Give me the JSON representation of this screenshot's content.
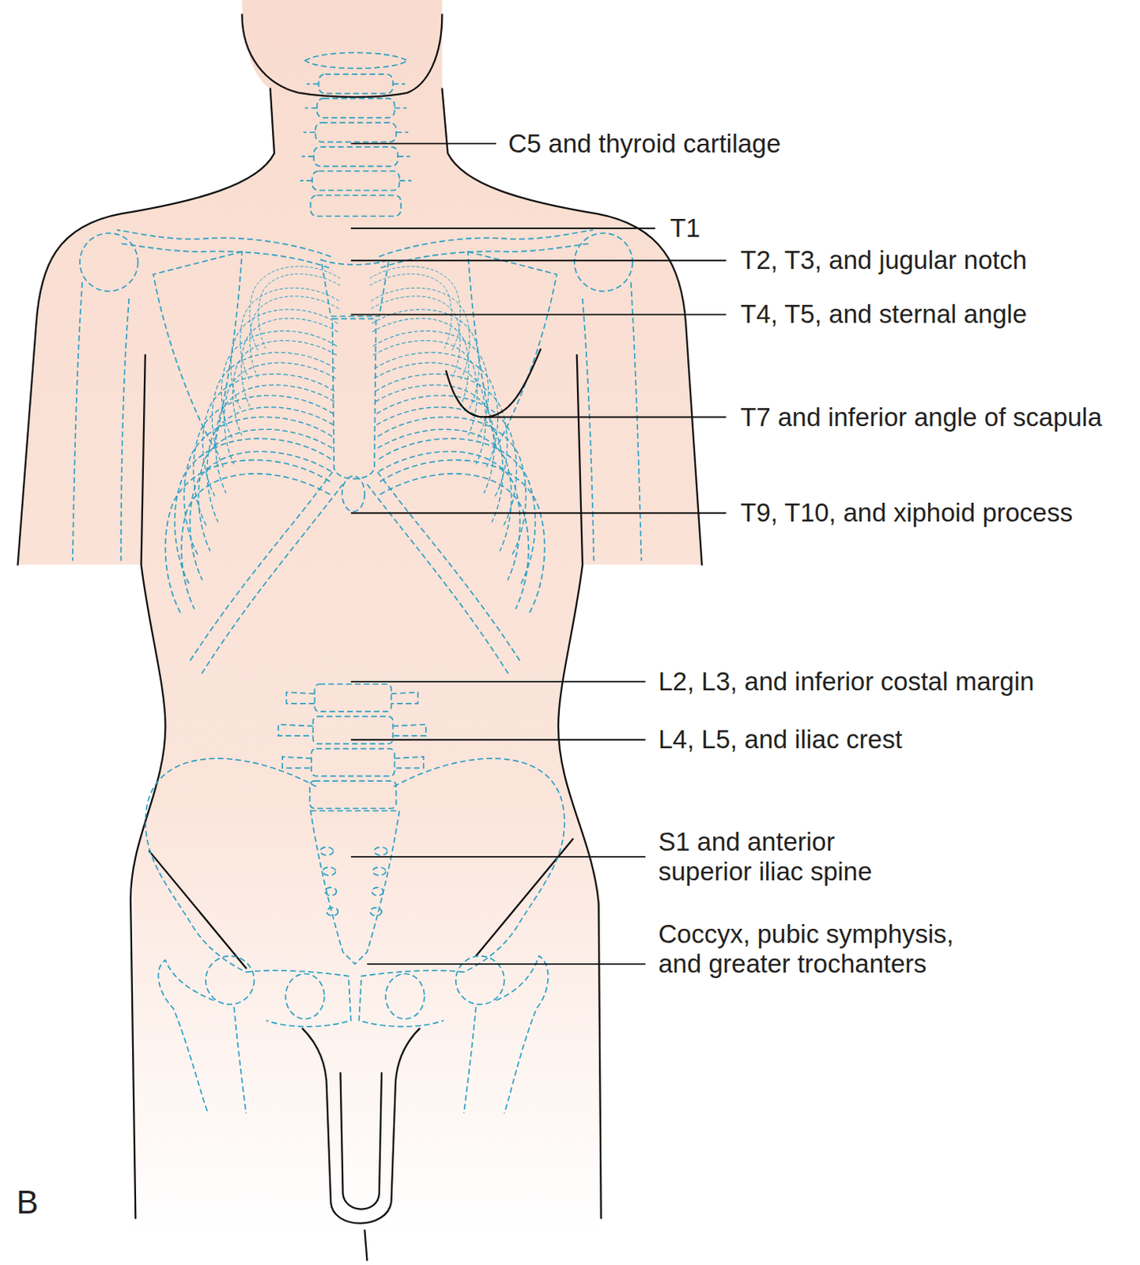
{
  "diagram": {
    "labels": [
      "C5 and thyroid cartilage",
      "T1",
      "T2, T3, and jugular notch",
      "T4, T5, and sternal angle",
      "T7 and inferior angle of scapula",
      "T9, T10, and xiphoid process",
      "L2, L3, and inferior costal margin",
      "L4, L5, and iliac crest",
      "S1 and anterior superior iliac spine",
      "Coccyx, pubic symphysis, and greater trochanters",
      "B"
    ]
  }
}
